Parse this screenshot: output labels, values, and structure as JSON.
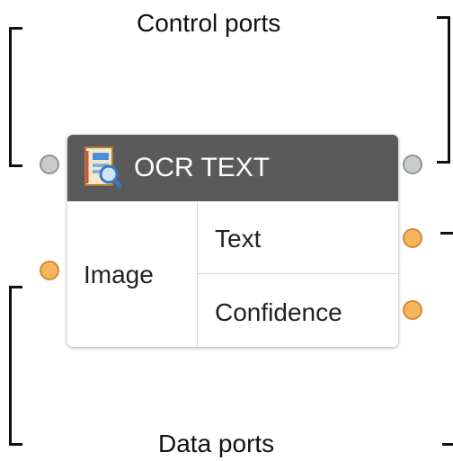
{
  "annotations": {
    "control_ports_label": "Control ports",
    "data_ports_label": "Data ports"
  },
  "node": {
    "title": "OCR TEXT",
    "icon": "ocr-document-icon",
    "inputs": [
      {
        "label": "Image"
      }
    ],
    "outputs": [
      {
        "label": "Text"
      },
      {
        "label": "Confidence"
      }
    ]
  },
  "colors": {
    "header": "#5a5a5a",
    "control_port": "#c9cbcc",
    "data_port": "#f5b55a"
  }
}
